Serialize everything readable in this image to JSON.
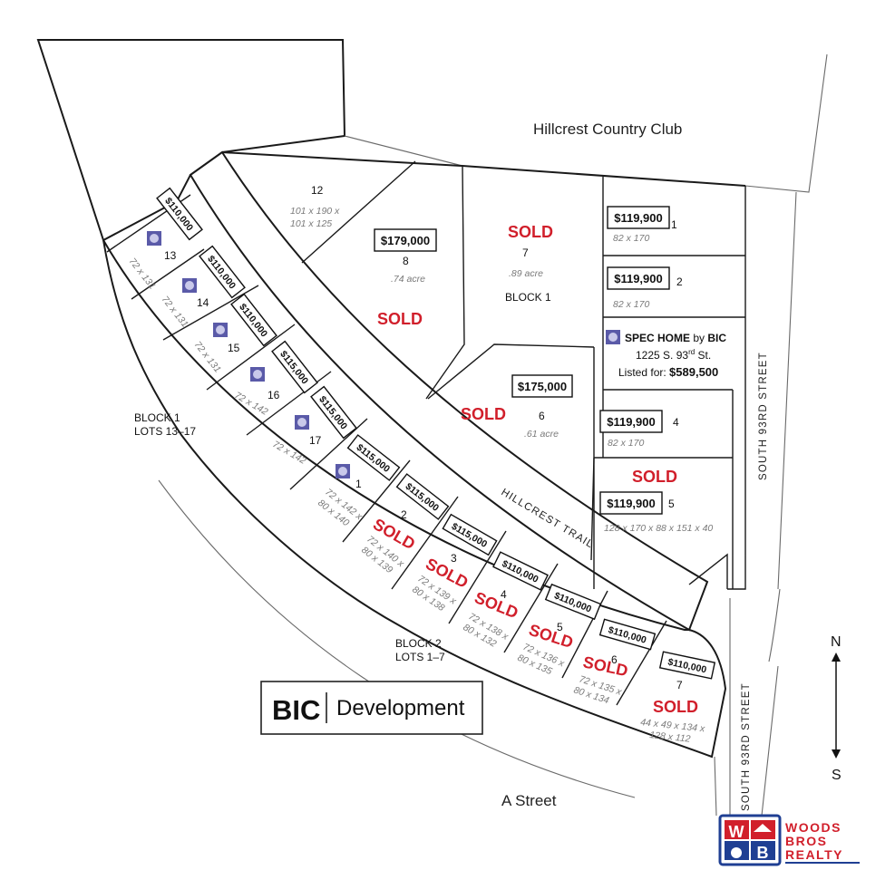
{
  "places": {
    "country_club": "Hillcrest Country Club",
    "a_street": "A Street",
    "trail": "HILLCREST  TRAIL",
    "street_93rd_top": "SOUTH    93RD    STREET",
    "street_93rd_bottom": "SOUTH    93RD    STREET"
  },
  "blocks": {
    "block1_inner": "BLOCK 1",
    "block1_left_a": "BLOCK 1",
    "block1_left_b": "LOTS 13–17",
    "block2_a": "BLOCK 2",
    "block2_b": "LOTS 1–7"
  },
  "lots": {
    "lot12": {
      "num": "12",
      "dim1": "101 x 190 x",
      "dim2": "101 x 125"
    },
    "lot8": {
      "num": "8",
      "price": "$179,000",
      "dim": ".74 acre",
      "status": "SOLD"
    },
    "lot7": {
      "num": "7",
      "dim": ".89 acre",
      "status": "SOLD"
    },
    "lot6": {
      "num": "6",
      "price": "$175,000",
      "dim": ".61 acre",
      "status": "SOLD"
    },
    "lotb1_1": {
      "num": "1",
      "price": "$119,900",
      "dim": "82 x 170"
    },
    "lotb1_2": {
      "num": "2",
      "price": "$119,900",
      "dim": "82 x 170"
    },
    "lotb1_4": {
      "num": "4",
      "price": "$119,900",
      "dim": "82 x 170"
    },
    "lotb1_5": {
      "num": "5",
      "price": "$119,900",
      "dim": "128 x 170 x 88 x 151 x 40",
      "status": "SOLD"
    },
    "l13": {
      "num": "13",
      "price": "$110,000",
      "dim": "72 x 131"
    },
    "l14": {
      "num": "14",
      "price": "$110,000",
      "dim": "72 x 131"
    },
    "l15": {
      "num": "15",
      "price": "$110,000",
      "dim": "72 x 131"
    },
    "l16": {
      "num": "16",
      "price": "$115,000",
      "dim": "72 x 142"
    },
    "l17": {
      "num": "17",
      "price": "$115,000",
      "dim": "72 x 142"
    },
    "b2_1": {
      "num": "1",
      "price": "$115,000",
      "dim1": "72 x 142 x",
      "dim2": "80 x 140"
    },
    "b2_2": {
      "num": "2",
      "price": "$115,000",
      "dim1": "72 x 140 x",
      "dim2": "80 x 139",
      "status": "SOLD"
    },
    "b2_3": {
      "num": "3",
      "price": "$115,000",
      "dim1": "72 x 139 x",
      "dim2": "80 x 138",
      "status": "SOLD"
    },
    "b2_4": {
      "num": "4",
      "price": "$110,000",
      "dim1": "72 x 138 x",
      "dim2": "80 x 132",
      "status": "SOLD"
    },
    "b2_5": {
      "num": "5",
      "price": "$110,000",
      "dim1": "72 x 136 x",
      "dim2": "80 x 135",
      "status": "SOLD"
    },
    "b2_6": {
      "num": "6",
      "price": "$110,000",
      "dim1": "72 x 135 x",
      "dim2": "80 x 134",
      "status": "SOLD"
    },
    "b2_7": {
      "num": "7",
      "price": "$110,000",
      "dim1": "44 x 49 x 134 x",
      "dim2": "128 x 112",
      "status": "SOLD"
    }
  },
  "spec_home": {
    "title_a": "SPEC HOME",
    "title_b": " by ",
    "title_c": "BIC",
    "address": "1225 S. 93",
    "address_sup": "rd",
    "address_end": " St.",
    "listed_label": "Listed for: ",
    "listed_price": "$589,500"
  },
  "compass": {
    "north": "N",
    "south": "S"
  },
  "brand": {
    "bic": "BIC",
    "development": "Development",
    "wb_w": "W",
    "wb_b": "B",
    "realty_1": "WOODS",
    "realty_2": "BROS",
    "realty_3": "REALTY",
    "accent_red": "#d11f2b",
    "accent_blue": "#1f3f93",
    "badge_purple": "#5a5aa8"
  }
}
